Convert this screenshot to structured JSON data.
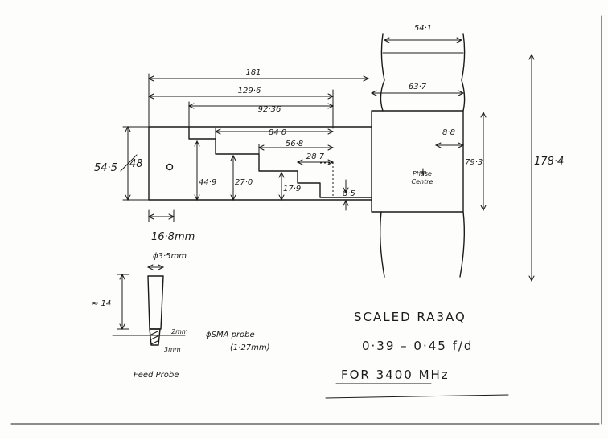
{
  "dimensions": {
    "d_181": "181",
    "d_129_6": "129·6",
    "d_92_36": "92·36",
    "d_84_0": "84·0",
    "d_56_8": "56·8",
    "d_28_7": "28·7",
    "d_54_1": "54·1",
    "d_63_7": "63·7",
    "d_8_8": "8·8",
    "d_79_3": "79·3",
    "d_178_4": "178·4",
    "d_54_5": "54·5",
    "d_48": "48",
    "d_44_9": "44·9",
    "d_27_0": "27·0",
    "d_17_9": "17·9",
    "d_8_5": "8·5",
    "d_16_8": "16·8mm",
    "d_3_5": "ϕ3·5mm",
    "d_14": "≈ 14",
    "d_2mm": "2mm",
    "d_3mm": "3mm"
  },
  "annotations": {
    "phase_centre_line1": "Phase",
    "phase_centre_line2": "Centre",
    "sma_probe_line1": "ϕSMA probe",
    "sma_probe_line2": "(1·27mm)",
    "feed_probe": "Feed Probe"
  },
  "title_block": {
    "line1": "SCALED  RA3AQ",
    "line2": "0·39 – 0·45  f/d",
    "line3": "FOR    3400 MHz"
  }
}
